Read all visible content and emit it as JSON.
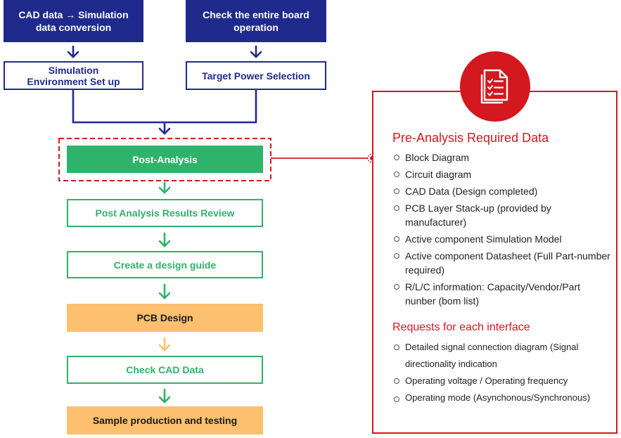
{
  "flow": {
    "cad_conversion": "CAD data → Simulation data conversion",
    "check_board": "Check the entire board operation",
    "sim_env": "Simulation Environment Set up",
    "target_power": "Target Power Selection",
    "post_analysis": "Post-Analysis",
    "results_review": "Post Analysis Results Review",
    "design_guide": "Create a design guide",
    "pcb_design": "PCB Design",
    "check_cad": "Check CAD Data",
    "sample_production": "Sample production and testing"
  },
  "panel": {
    "icon": "checklist-document-icon",
    "title": "Pre-Analysis Required Data",
    "required_items": [
      "Block Diagram",
      "Circuit diagram",
      "CAD Data (Design completed)",
      "PCB Layer Stack-up (provided by manufacturer)",
      "Active component Simulation Model",
      "Active component Datasheet (Full Part-number required)",
      "R/L/C information: Capacity/Vendor/Part nunber (bom list)"
    ],
    "interface_title": "Requests for each interface",
    "interface_items": [
      "Detailed signal connection diagram (Signal directionality indication",
      "Operating voltage / Operating frequency",
      "Operating mode (Asynchonous/Synchronous)"
    ]
  },
  "colors": {
    "navy": "#1f2a8c",
    "green": "#2fb26a",
    "orange": "#fcc06f",
    "red": "#d3181f"
  }
}
